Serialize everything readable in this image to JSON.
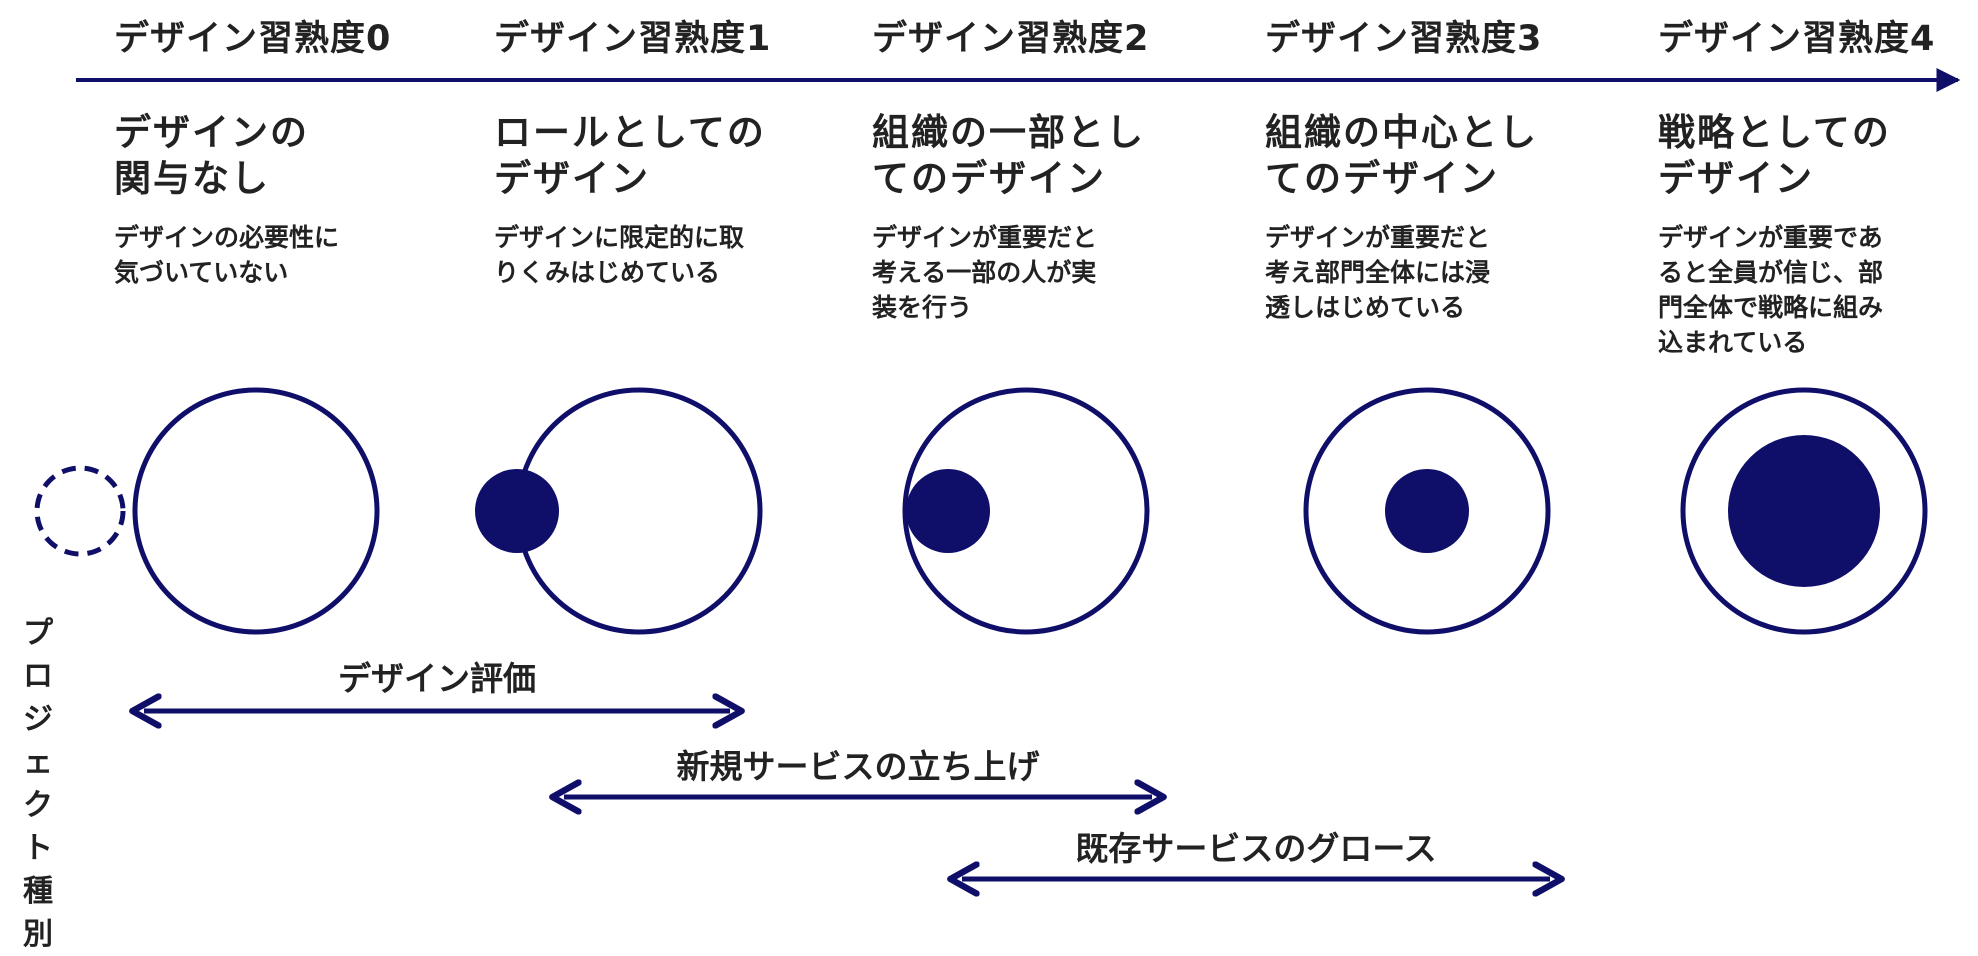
{
  "colors": {
    "accent": "#0f0f6a",
    "text": "#222222"
  },
  "levels": [
    {
      "header": "デザイン習熟度0",
      "title": "デザインの\n関与なし",
      "description": "デザインの必要性に\n気づいていない"
    },
    {
      "header": "デザイン習熟度1",
      "title": "ロールとしての\nデザイン",
      "description": "デザインに限定的に取\nりくみはじめている"
    },
    {
      "header": "デザイン習熟度2",
      "title": "組織の一部とし\nてのデザイン",
      "description": "デザインが重要だと\n考える一部の人が実\n装を行う"
    },
    {
      "header": "デザイン習熟度3",
      "title": "組織の中心とし\nてのデザイン",
      "description": "デザインが重要だと\n考え部門全体には浸\n透しはじめている"
    },
    {
      "header": "デザイン習熟度4",
      "title": "戦略としての\nデザイン",
      "description": "デザインが重要であ\nると全員が信じ、部\n門全体で戦略に組み\n込まれている"
    }
  ],
  "project_types": {
    "label": "プロジェクト種別",
    "items": [
      {
        "label": "デザイン評価",
        "span_levels": [
          0,
          1
        ]
      },
      {
        "label": "新規サービスの立ち上げ",
        "span_levels": [
          1,
          2
        ]
      },
      {
        "label": "既存サービスのグロース",
        "span_levels": [
          2,
          3
        ]
      }
    ]
  }
}
